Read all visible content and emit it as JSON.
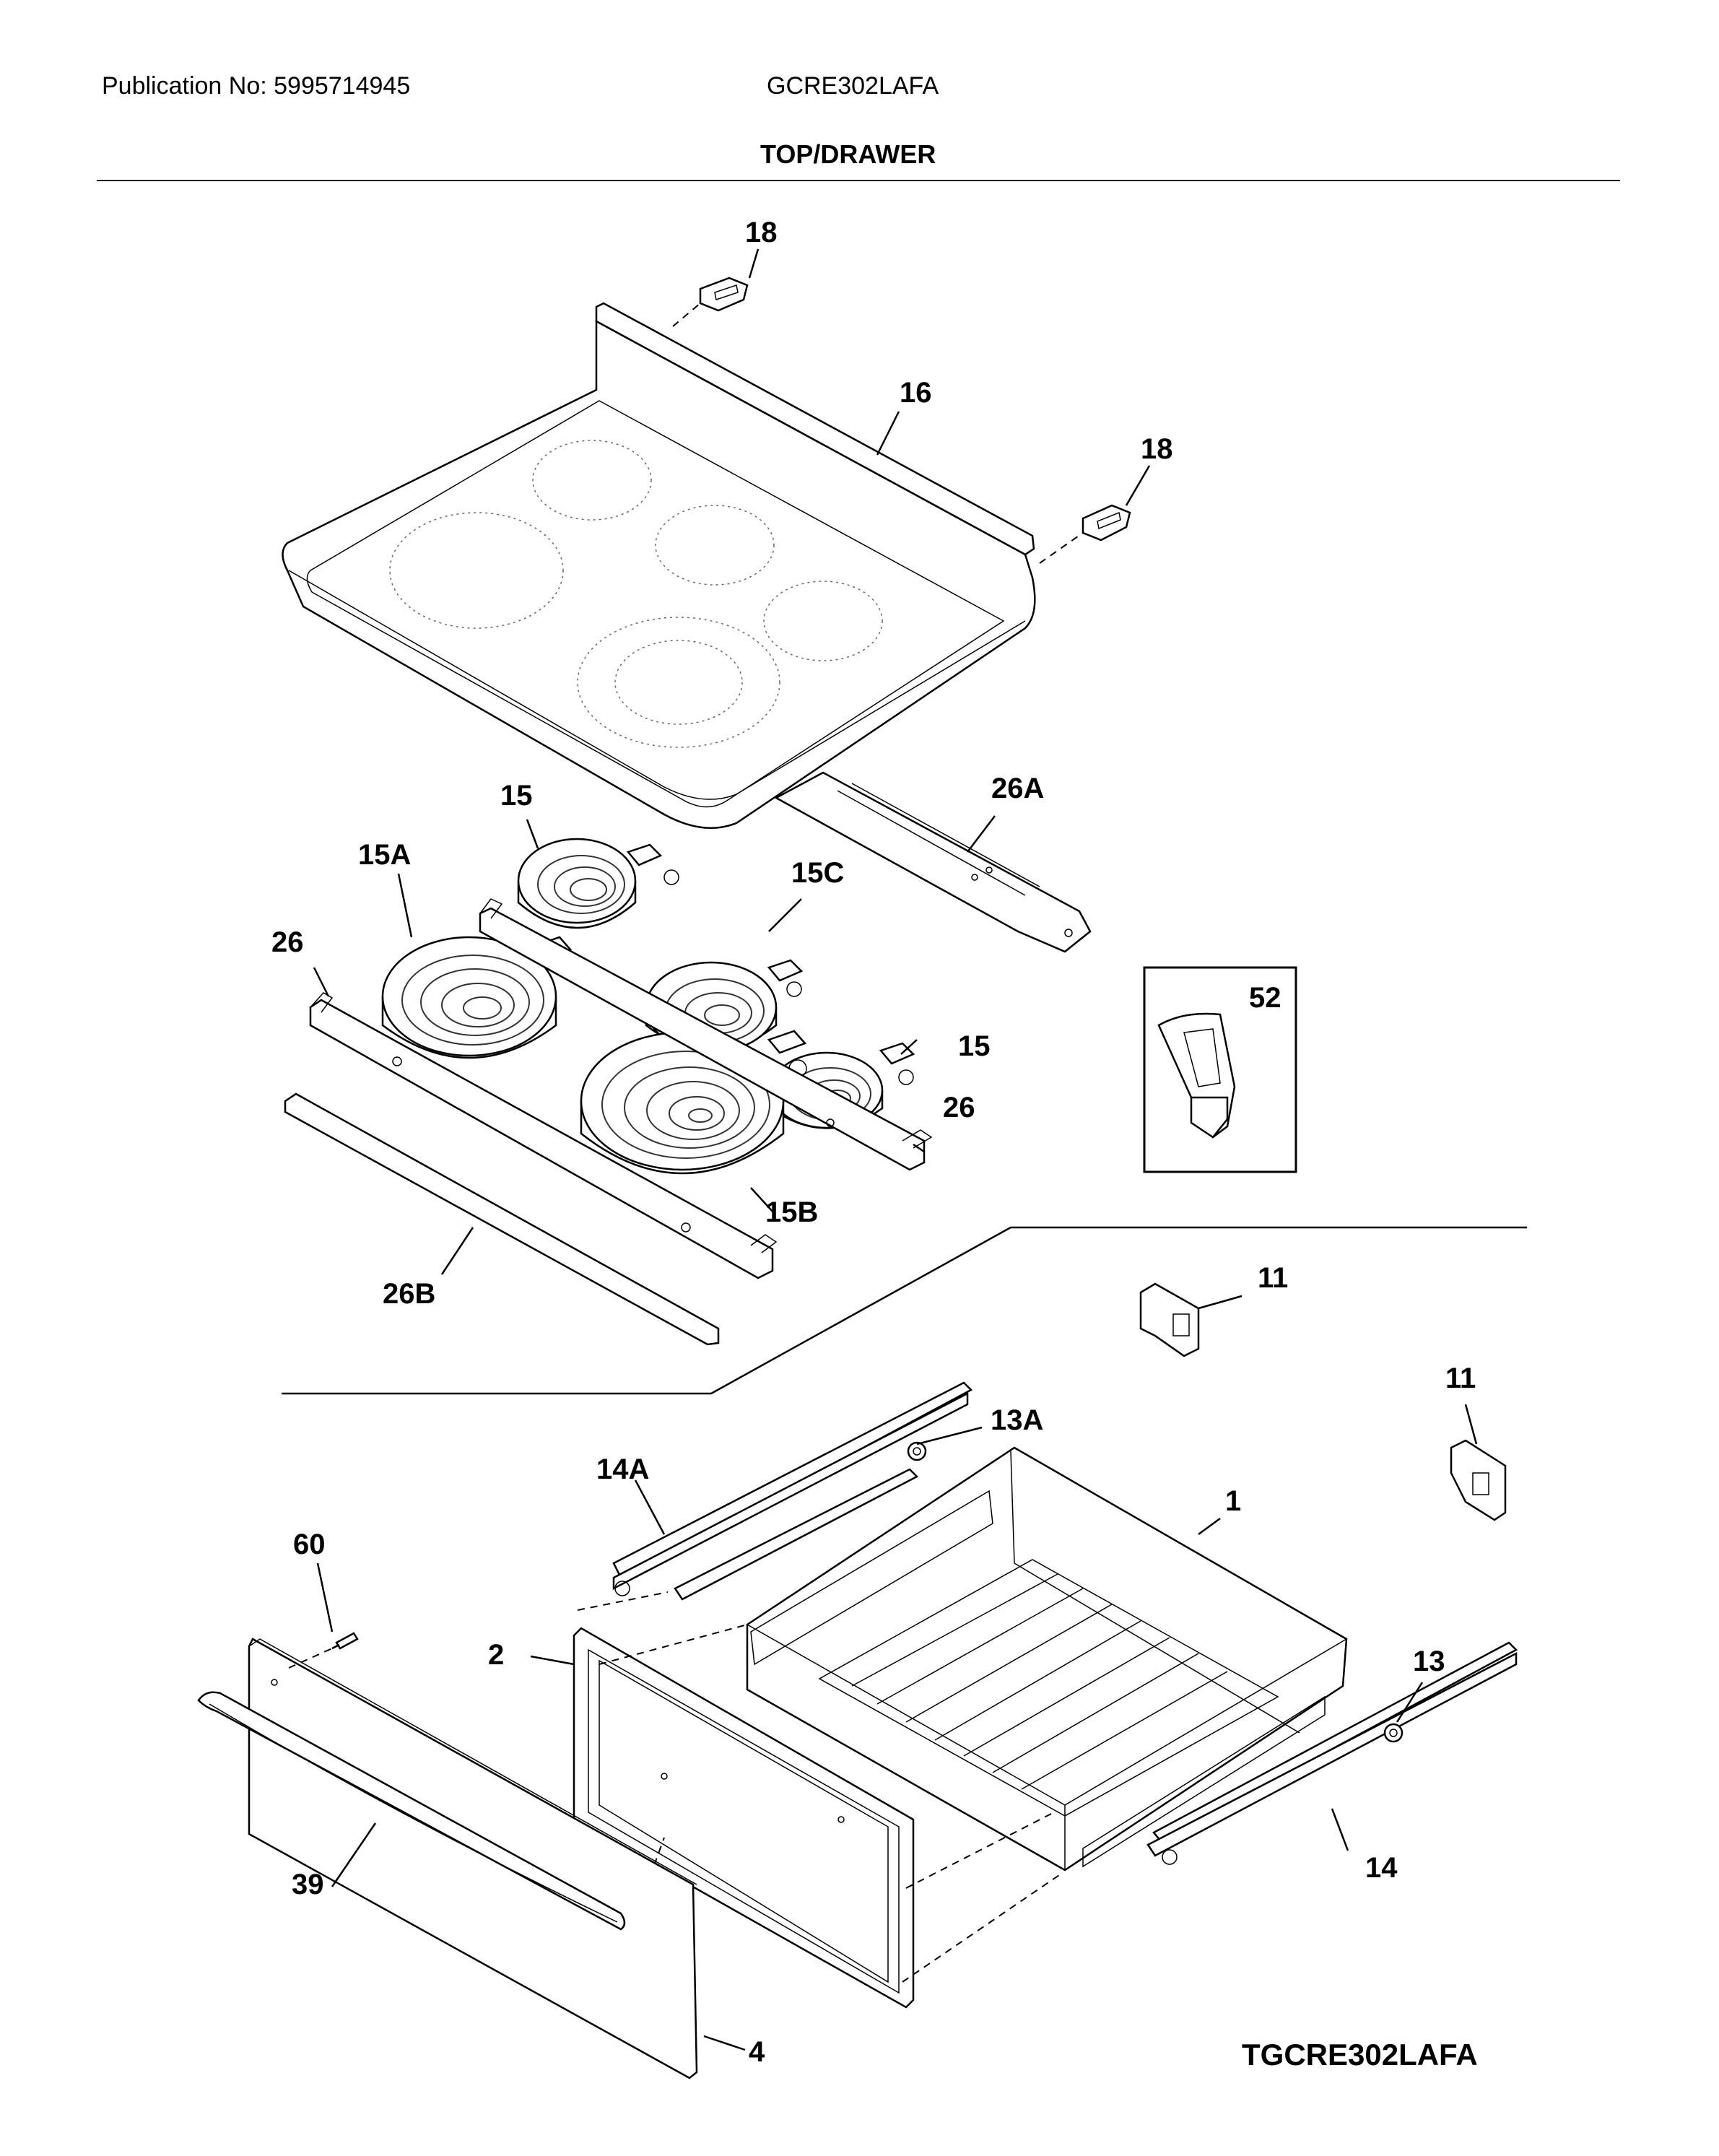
{
  "header": {
    "publication": "Publication No: 5995714945",
    "model": "GCRE302LAFA",
    "section_title": "TOP/DRAWER"
  },
  "callouts": {
    "p18a": "18",
    "p16": "16",
    "p18b": "18",
    "p15a_top": "15",
    "p26a": "26A",
    "p15A": "15A",
    "p15C": "15C",
    "p26_left": "26",
    "p52": "52",
    "p15_right": "15",
    "p26_right": "26",
    "p15B": "15B",
    "p26B": "26B",
    "p11a": "11",
    "p11b": "11",
    "p13A": "13A",
    "p14A": "14A",
    "p1": "1",
    "p60": "60",
    "p2": "2",
    "p13": "13",
    "p14": "14",
    "p39": "39",
    "p4": "4"
  },
  "footer": {
    "diagram_code": "TGCRE302LAFA"
  }
}
